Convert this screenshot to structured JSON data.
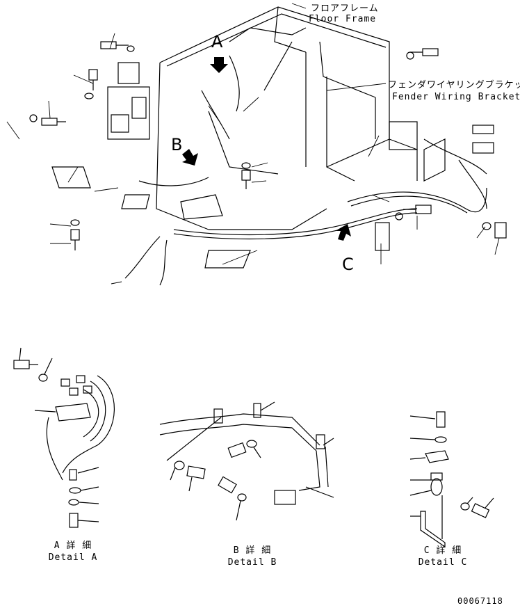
{
  "callouts": {
    "floor_frame_jp": "フロアフレーム",
    "floor_frame_en": "Floor Frame",
    "fender_bracket_jp": "フェンダワイヤリングブラケット",
    "fender_bracket_en": "Fender Wiring Bracket"
  },
  "view_markers": {
    "a": "A",
    "b": "B",
    "c": "C"
  },
  "details": {
    "a_jp": "A 詳 細",
    "a_en": "Detail A",
    "b_jp": "B 詳 細",
    "b_en": "Detail B",
    "c_jp": "C 詳 細",
    "c_en": "Detail C"
  },
  "drawing_number": "00067118"
}
